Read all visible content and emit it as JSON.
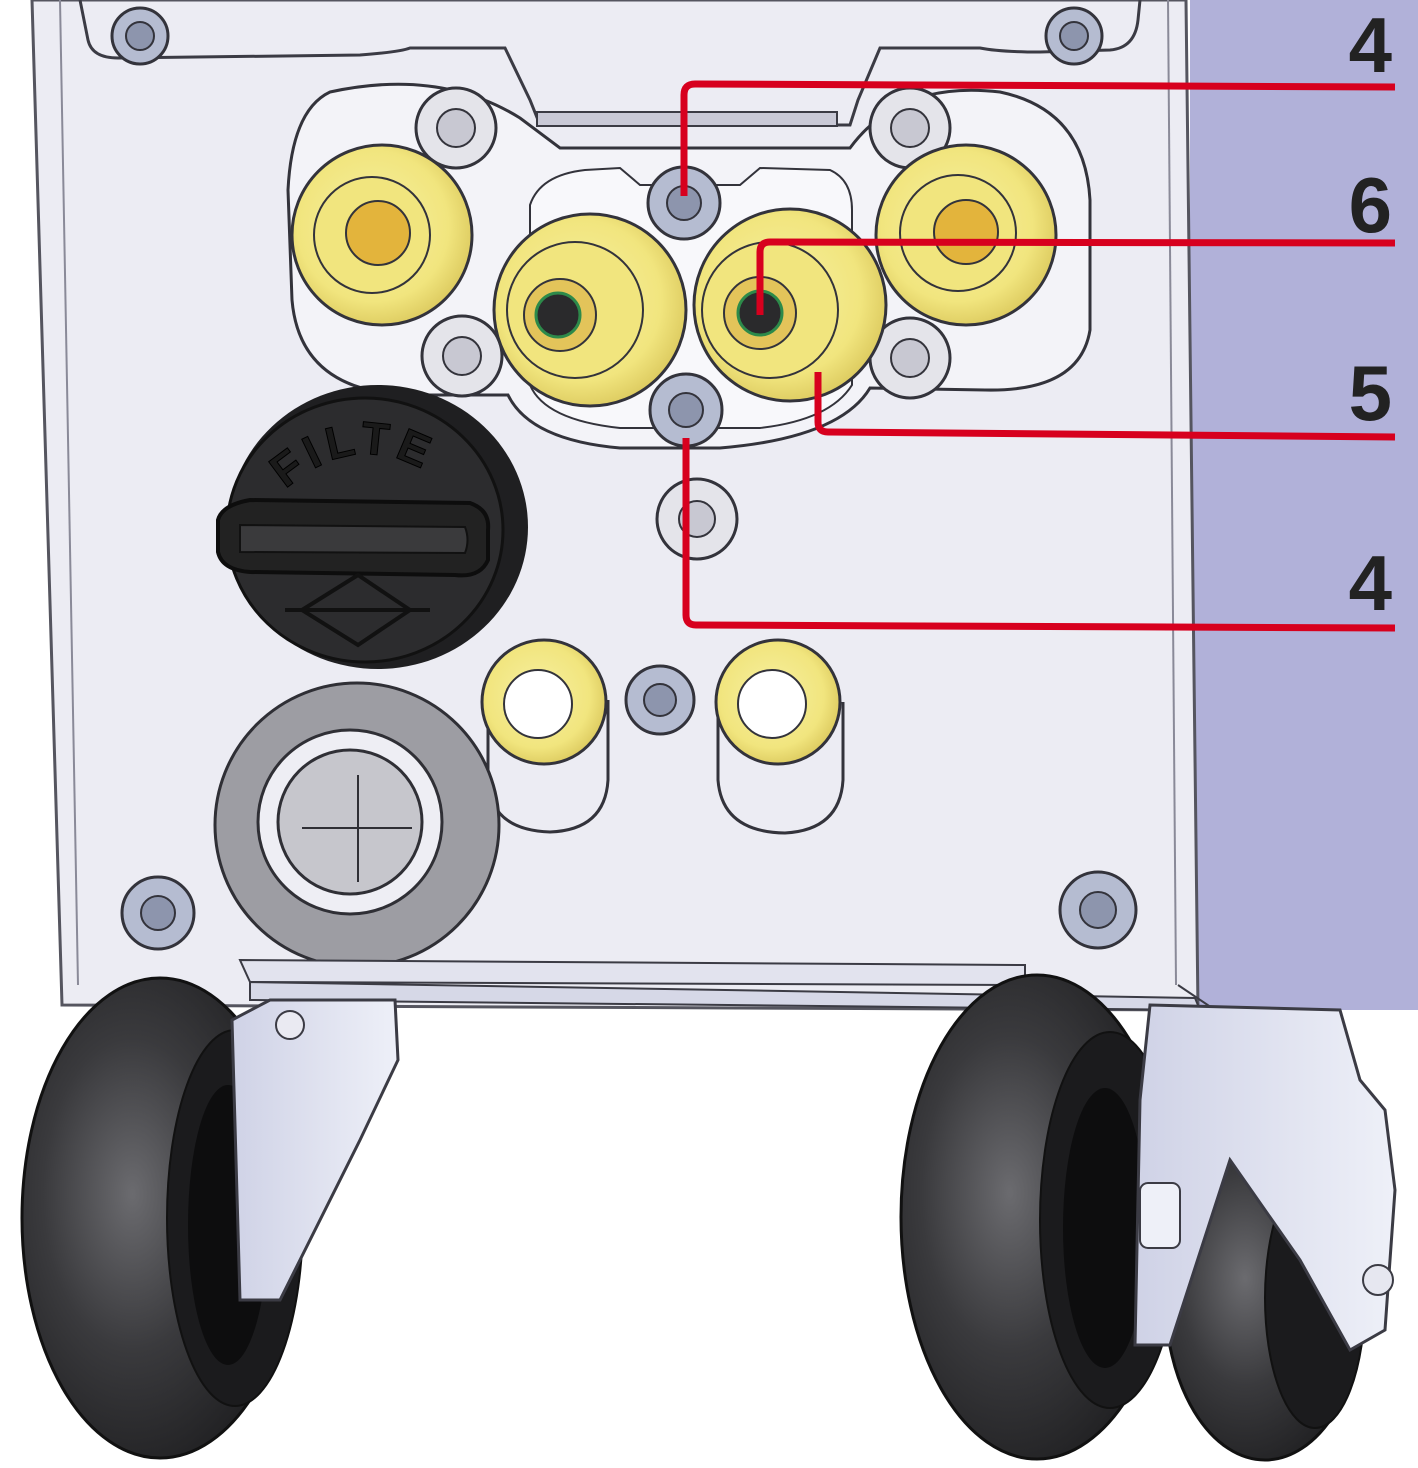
{
  "figure": {
    "cap_text": "FILTER",
    "callouts": [
      {
        "id": "upper-4",
        "label": "4"
      },
      {
        "id": "6",
        "label": "6"
      },
      {
        "id": "5",
        "label": "5"
      },
      {
        "id": "lower-4",
        "label": "4"
      }
    ]
  },
  "colors": {
    "panel": "#ececf3",
    "side_panel": "#b1b1d9",
    "brass": "#f3ea88",
    "brass_dark": "#e3b43c",
    "leader": "#d7001e",
    "cap": "#2c2c2e",
    "tire": "#2b2b2d"
  },
  "icons": [
    "screw-icon",
    "filter-cap-icon",
    "wheel-icon"
  ]
}
